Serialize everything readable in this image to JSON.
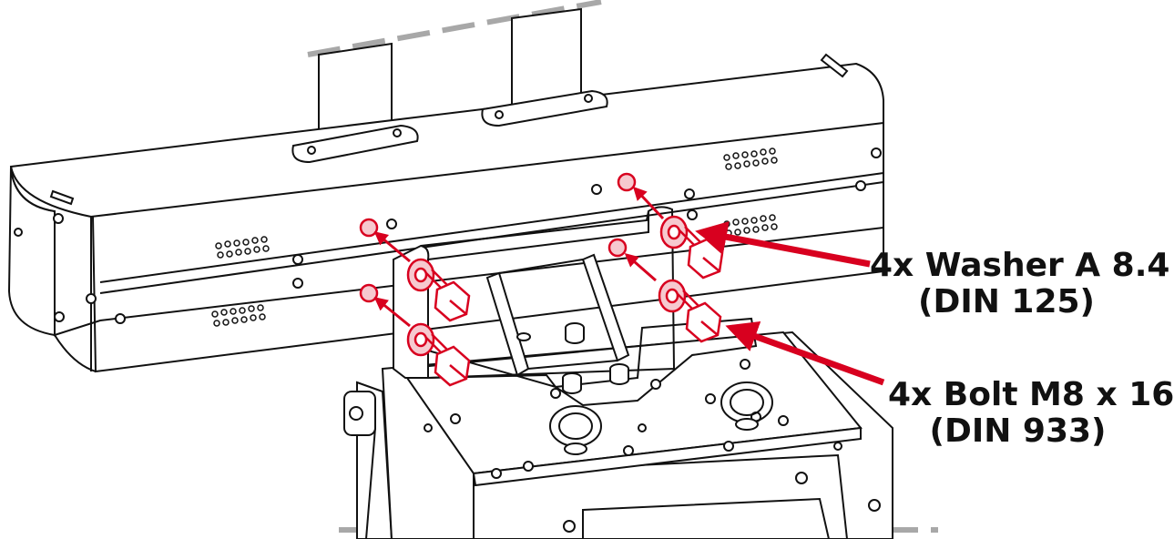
{
  "colors": {
    "line": "#111111",
    "accent": "#d8001f",
    "accent_fill": "#f6c9cf",
    "dash": "#a8a8a8",
    "background": "#ffffff"
  },
  "callouts": {
    "washer": {
      "line1": "4x Washer A 8.4",
      "line2": "(DIN 125)"
    },
    "bolt": {
      "line1": "4x Bolt M8 x 16",
      "line2": "(DIN 933)"
    }
  }
}
